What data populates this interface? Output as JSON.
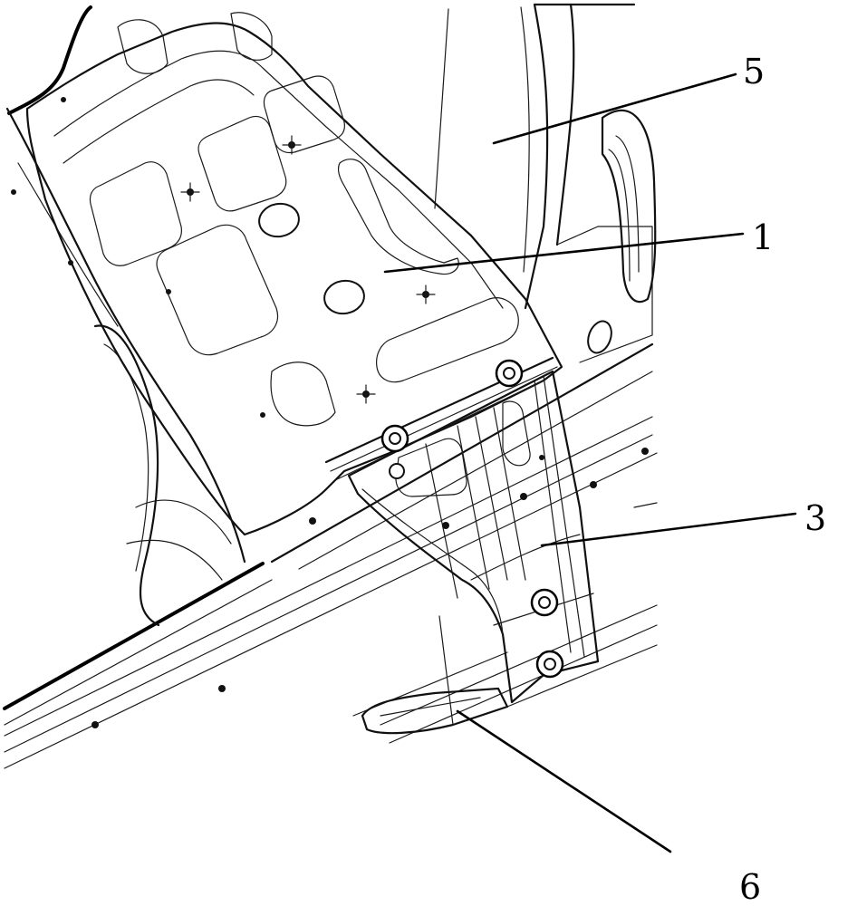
{
  "callouts": [
    {
      "id": "5",
      "label": "5"
    },
    {
      "id": "1",
      "label": "1"
    },
    {
      "id": "3",
      "label": "3"
    },
    {
      "id": "6",
      "label": "6"
    }
  ],
  "colors": {
    "line": "#000000",
    "background": "#ffffff"
  }
}
